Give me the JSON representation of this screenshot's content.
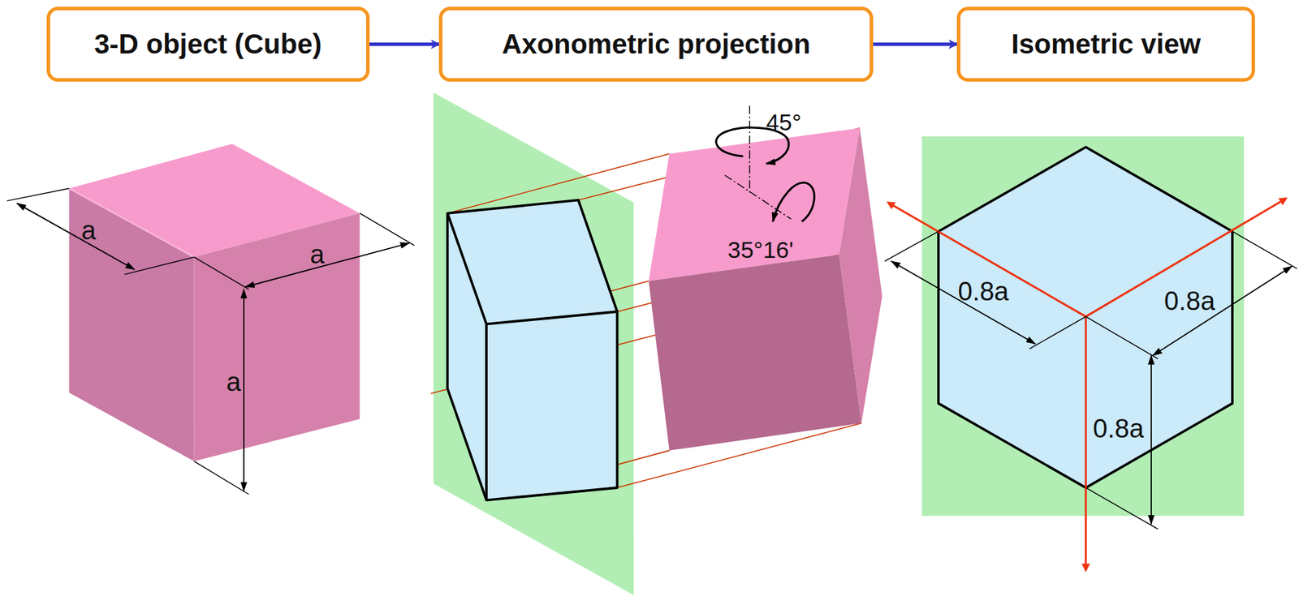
{
  "diagram": {
    "nodes": [
      {
        "text": [
          "3-D object (Cube)"
        ]
      },
      {
        "text": [
          "Axonometric projection"
        ]
      },
      {
        "text": [
          "Isometric view"
        ]
      }
    ],
    "edges": [
      {
        "from": 0,
        "to": 1,
        "arrow": "to"
      },
      {
        "from": 1,
        "to": 2,
        "arrow": "to"
      }
    ],
    "labels": [
      "a",
      "a",
      "a",
      "45°",
      "35°16'",
      "0.8a",
      "0.8a",
      "0.8a"
    ]
  }
}
